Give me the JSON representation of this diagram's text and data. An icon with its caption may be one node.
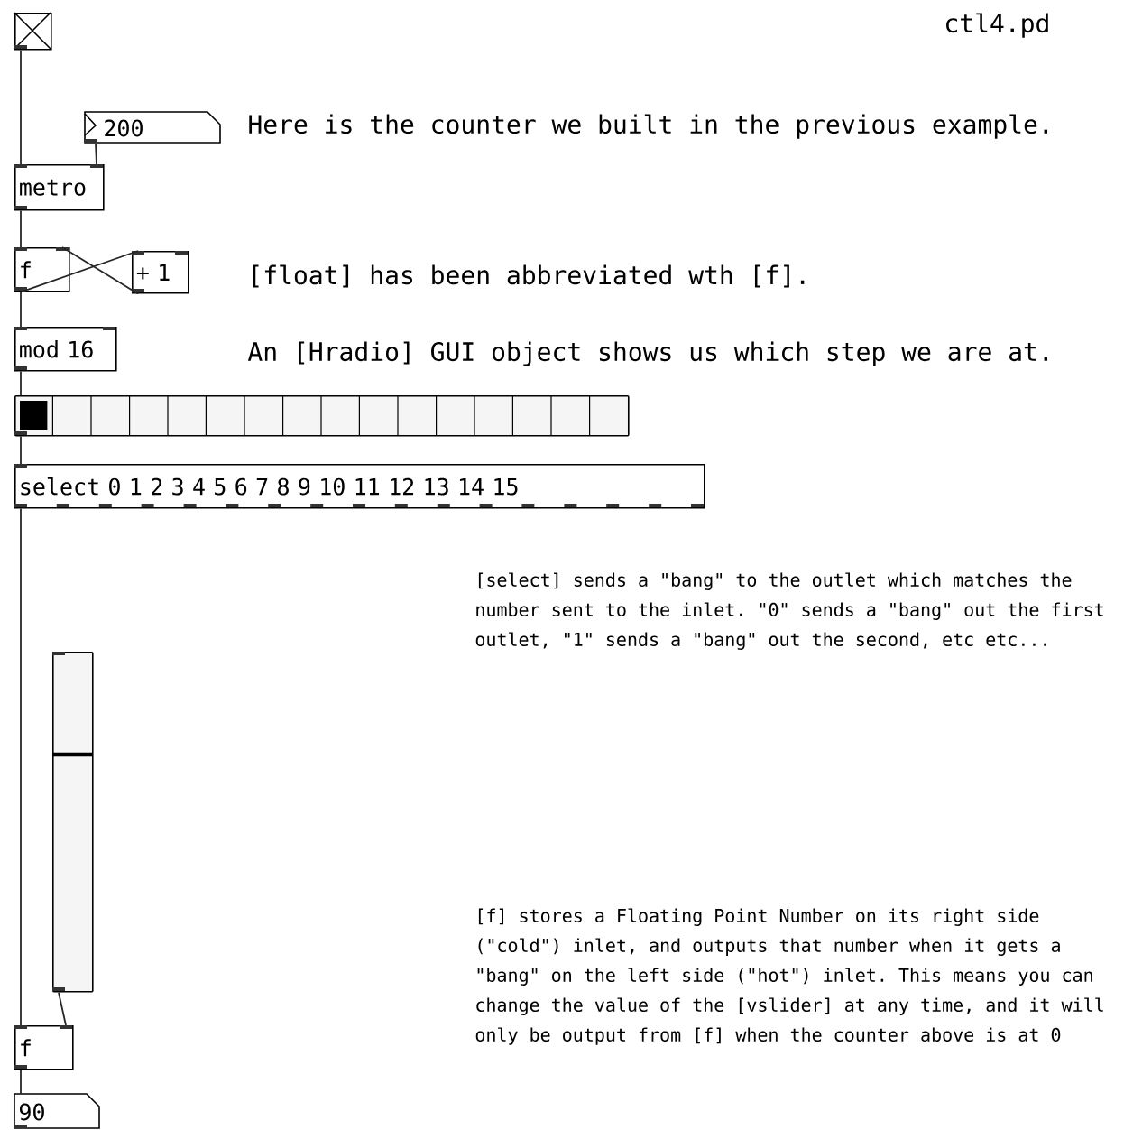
{
  "diagram": {
    "nodes": [
      {
        "text": [],
        "shape": "box"
      },
      {
        "text": [
          "200"
        ]
      },
      {
        "text": [
          "metro"
        ]
      },
      {
        "text": [
          "f"
        ]
      },
      {
        "text": [
          "+ 1"
        ]
      },
      {
        "text": [
          "mod 16"
        ]
      },
      {
        "text": [],
        "shape": "bar"
      },
      {
        "text": [
          "select 0 1 2 3 4 5 6 7 8 9 10 11 12 13 14 15"
        ]
      },
      {
        "text": [],
        "shape": "bar"
      },
      {
        "text": [
          "f"
        ]
      },
      {
        "text": [
          "90"
        ]
      }
    ],
    "edges": [
      {
        "from": 0,
        "to": 2,
        "arrow": "none"
      },
      {
        "from": 1,
        "to": 2,
        "arrow": "none"
      },
      {
        "from": 2,
        "to": 3,
        "arrow": "none"
      },
      {
        "from": 3,
        "to": 4,
        "arrow": "none"
      },
      {
        "from": 4,
        "to": 3,
        "arrow": "none"
      },
      {
        "from": 3,
        "to": 5,
        "arrow": "none"
      },
      {
        "from": 5,
        "to": 6,
        "arrow": "none"
      },
      {
        "from": 6,
        "to": 7,
        "arrow": "none"
      },
      {
        "from": 7,
        "to": 9,
        "arrow": "none"
      },
      {
        "from": 8,
        "to": 9,
        "arrow": "none"
      },
      {
        "from": 9,
        "to": 10,
        "arrow": "none"
      }
    ],
    "labels": [
      "ctl4.pd",
      "Here is the counter we built in the previous example.",
      "[float] has been abbreviated wth [f].",
      "An [Hradio] GUI object shows us which step we are at.",
      "[select] sends a \"bang\" to the outlet which matches the number sent to the inlet. \"0\" sends a \"bang\" out the first outlet, \"1\" sends a \"bang\" out the second, etc etc...",
      "[f] stores a Floating Point Number on its right side (\"cold\") inlet, and outputs that number when it gets a \"bang\" on the left side (\"hot\") inlet. This means you can change the value of the [vslider] at any time, and it will only be output from [f] when the counter above is at 0"
    ]
  }
}
